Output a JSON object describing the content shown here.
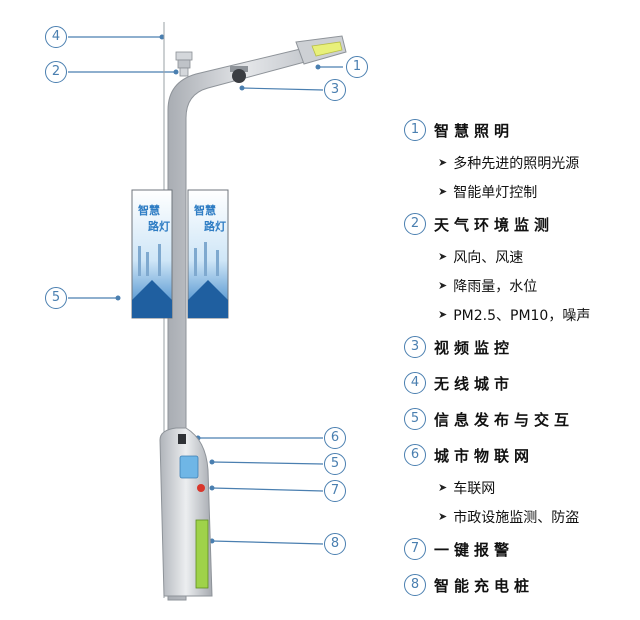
{
  "callouts": {
    "c1": "1",
    "c2": "2",
    "c3": "3",
    "c4": "4",
    "c5a": "5",
    "c6": "6",
    "c5b": "5",
    "c7": "7",
    "c8": "8"
  },
  "banners": {
    "left_line1": "智慧",
    "left_line2": "路灯",
    "right_line1": "智慧",
    "right_line2": "路灯"
  },
  "legend": [
    {
      "num": "1",
      "title": "智慧照明",
      "items": [
        "多种先进的照明光源",
        "智能单灯控制"
      ]
    },
    {
      "num": "2",
      "title": "天气环境监测",
      "items": [
        "风向、风速",
        "降雨量，水位",
        "PM2.5、PM10，噪声"
      ]
    },
    {
      "num": "3",
      "title": "视频监控",
      "items": []
    },
    {
      "num": "4",
      "title": "无线城市",
      "items": []
    },
    {
      "num": "5",
      "title": "信息发布与交互",
      "items": []
    },
    {
      "num": "6",
      "title": "城市物联网",
      "items": [
        "车联网",
        "市政设施监测、防盗"
      ]
    },
    {
      "num": "7",
      "title": "一键报警",
      "items": []
    },
    {
      "num": "8",
      "title": "智能充电桩",
      "items": []
    }
  ],
  "colors": {
    "accent": "#4a7fb0",
    "pole": "#c9ccd1",
    "lamp": "#e8f07a",
    "charger": "#9fd24a",
    "banner": "#2f7dc4"
  },
  "bullet_icon": "arrow-right-icon"
}
